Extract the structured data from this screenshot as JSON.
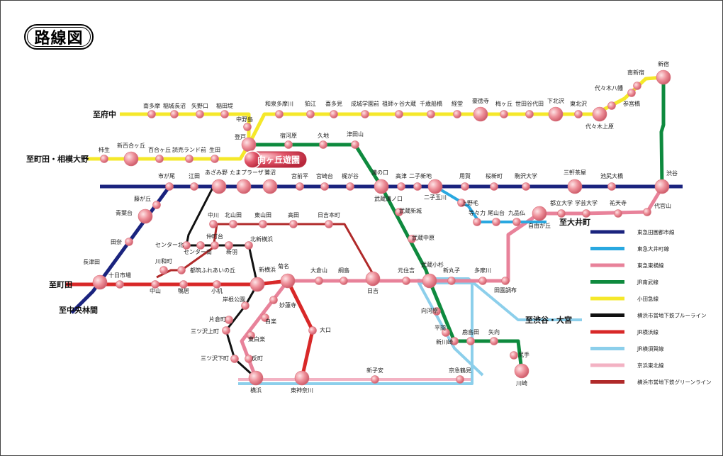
{
  "title": "路線図",
  "landmark": "向ヶ丘遊園",
  "colors": {
    "denentoshi": "#1a237e",
    "oimachi": "#29a8e0",
    "toyoko": "#e8829a",
    "nambu": "#0e8a3e",
    "odakyu": "#f5e82a",
    "blue_line": "#111111",
    "yokohama": "#d82828",
    "yokosuka": "#8ccfeb",
    "keihin_tohoku": "#f3b2c3",
    "green_line": "#b02a2a",
    "station": "#e8838f"
  },
  "legend": [
    {
      "key": "denentoshi",
      "label": "東急田園都市線"
    },
    {
      "key": "oimachi",
      "label": "東急大井町線"
    },
    {
      "key": "toyoko",
      "label": "東急東横線"
    },
    {
      "key": "nambu",
      "label": "JR南武線"
    },
    {
      "key": "odakyu",
      "label": "小田急線"
    },
    {
      "key": "blue_line",
      "label": "横浜市営地下鉄ブルーライン"
    },
    {
      "key": "yokohama",
      "label": "JR横浜線"
    },
    {
      "key": "yokosuka",
      "label": "JR横須賀線"
    },
    {
      "key": "keihin_tohoku",
      "label": "京浜東北線"
    },
    {
      "key": "green_line",
      "label": "横浜市営地下鉄グリーンライン"
    }
  ],
  "terminals": [
    "至府中",
    "至町田・相模大野",
    "至町田",
    "至中央林間",
    "至大井町",
    "至渋谷・大宮"
  ],
  "stations": [
    "南多摩",
    "稲城長沼",
    "矢野口",
    "稲田堤",
    "中野島",
    "登戸",
    "和泉多摩川",
    "狛江",
    "喜多見",
    "成城学園前",
    "祖師ヶ谷大蔵",
    "千歳船橋",
    "経堂",
    "豪徳寺",
    "梅ヶ丘",
    "世田谷代田",
    "下北沢",
    "東北沢",
    "代々木上原",
    "代々木八幡",
    "参宮橋",
    "南新宿",
    "新宿",
    "柿生",
    "新百合ヶ丘",
    "百合ヶ丘",
    "読売ランド前",
    "生田",
    "宿河原",
    "久地",
    "津田山",
    "市が尾",
    "江田",
    "あざみ野",
    "たまプラーザ",
    "鷺沼",
    "宮前平",
    "宮崎台",
    "梶が谷",
    "溝の口",
    "高津",
    "二子新地",
    "二子玉川",
    "用賀",
    "桜新町",
    "駒沢大学",
    "三軒茶屋",
    "池尻大橋",
    "渋谷",
    "藤が丘",
    "青葉台",
    "田奈",
    "長津田",
    "上野毛",
    "等々力",
    "尾山台",
    "九品仏",
    "自由が丘",
    "都立大学",
    "学芸大学",
    "祐天寺",
    "代官山",
    "武蔵溝ノ口",
    "武蔵新城",
    "武蔵中原",
    "武蔵小杉",
    "向河原",
    "平間",
    "鹿島田",
    "矢向",
    "尻手",
    "川崎",
    "新川崎",
    "中川",
    "北山田",
    "東山田",
    "高田",
    "日吉本町",
    "センター北",
    "センター南",
    "仲町台",
    "新羽",
    "北新横浜",
    "新横浜",
    "都筑ふれあいの丘",
    "川和町",
    "十日市場",
    "中山",
    "鴨居",
    "小机",
    "菊名",
    "大倉山",
    "綱島",
    "日吉",
    "元住吉",
    "新丸子",
    "多摩川",
    "田園調布",
    "岸根公園",
    "片倉町",
    "三ツ沢上町",
    "三ツ沢下町",
    "横浜",
    "東神奈川",
    "妙蓮寺",
    "白楽",
    "東白楽",
    "反町",
    "大口",
    "新子安",
    "京急鶴見"
  ]
}
